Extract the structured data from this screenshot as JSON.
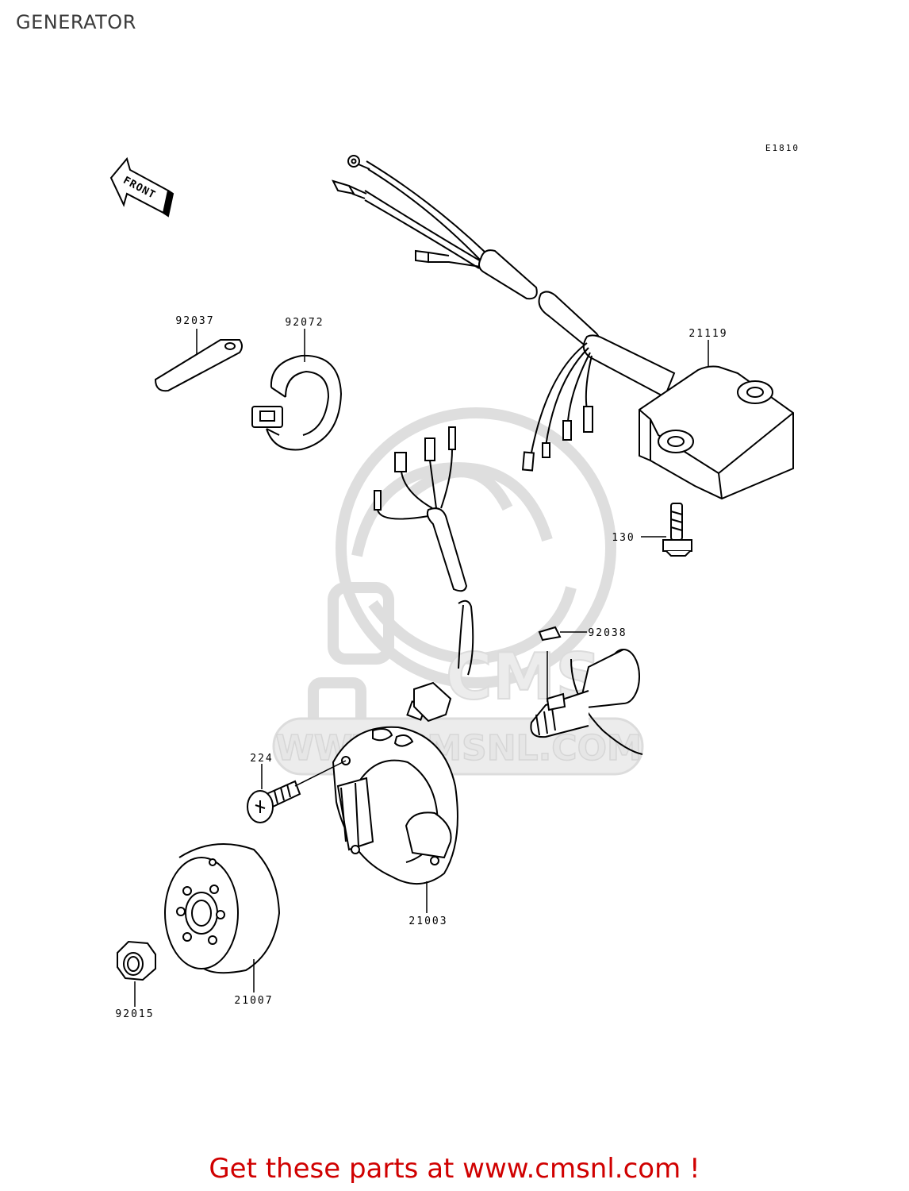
{
  "header": {
    "title": "GENERATOR"
  },
  "diagram": {
    "code": "E1810",
    "front_label": "FRONT",
    "watermark": {
      "text": "WWW.CMSNL.COM",
      "logo": "CMS"
    },
    "parts": [
      {
        "number": "92037"
      },
      {
        "number": "92072"
      },
      {
        "number": "21119"
      },
      {
        "number": "130"
      },
      {
        "number": "92038"
      },
      {
        "number": "224"
      },
      {
        "number": "21003"
      },
      {
        "number": "21007"
      },
      {
        "number": "92015"
      }
    ]
  },
  "footer": {
    "link_text": "Get these parts at www.cmsnl.com !"
  },
  "colors": {
    "footer_link": "#d00000",
    "line": "#000000",
    "watermark": "#e0e0e0"
  }
}
